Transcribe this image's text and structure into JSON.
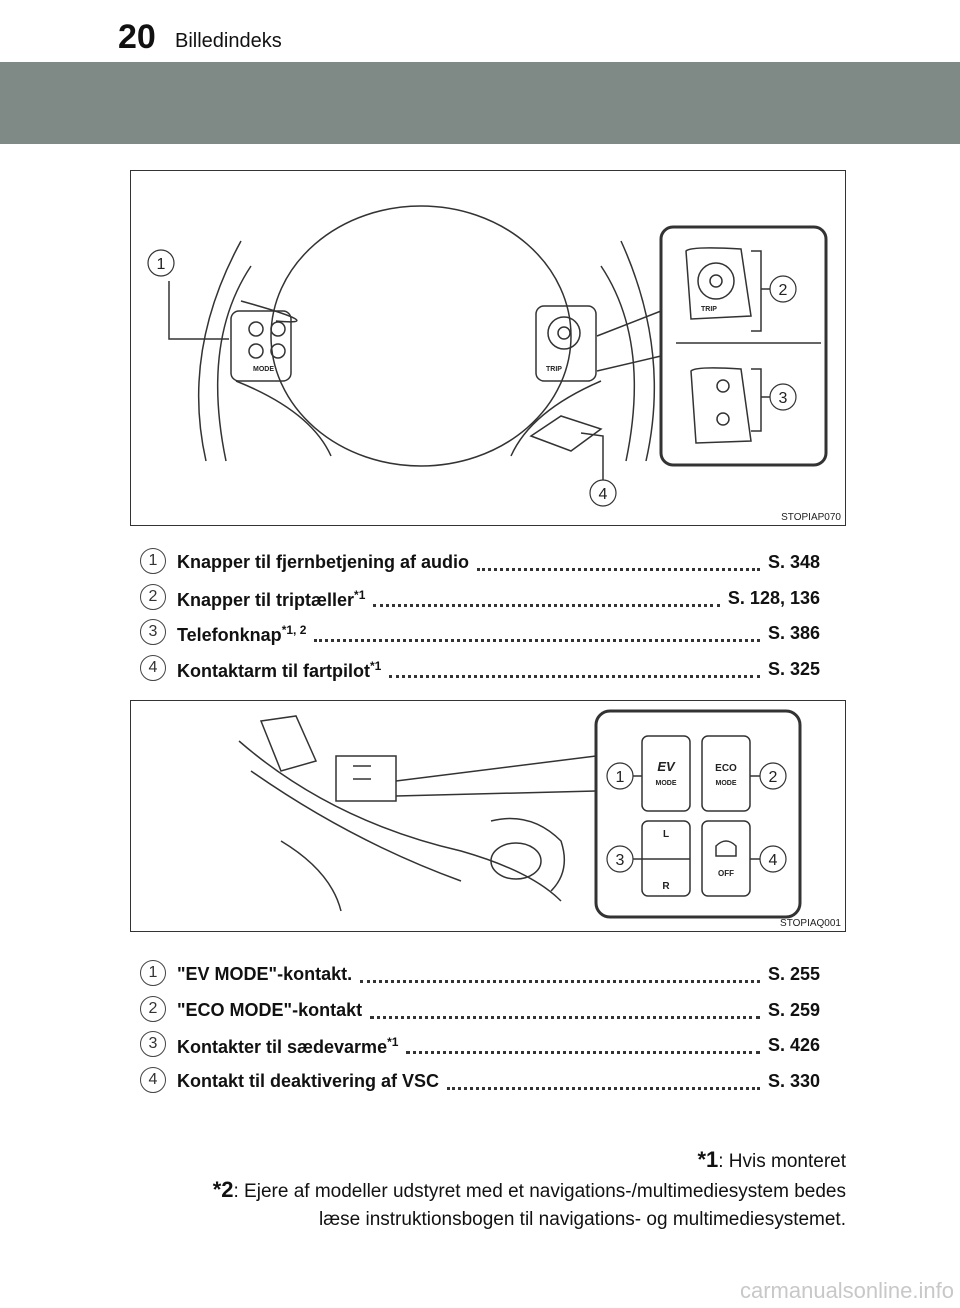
{
  "header": {
    "page_number": "20",
    "title": "Billedindeks"
  },
  "figure1": {
    "code": "STOPIAP070",
    "callouts": [
      "1",
      "2",
      "3",
      "4"
    ],
    "button_labels": {
      "mode": "MODE",
      "trip_left": "TRIP",
      "trip_right": "TRIP"
    }
  },
  "list1": [
    {
      "num": "1",
      "label": "Knapper til fjernbetjening af audio",
      "sup": "",
      "ref": "S. 348"
    },
    {
      "num": "2",
      "label": "Knapper til triptæller",
      "sup": "*1",
      "ref": "S. 128, 136"
    },
    {
      "num": "3",
      "label": "Telefonknap",
      "sup": "*1, 2",
      "ref": "S. 386"
    },
    {
      "num": "4",
      "label": "Kontaktarm til fartpilot",
      "sup": "*1",
      "ref": "S. 325"
    }
  ],
  "figure2": {
    "code": "STOPIAQ001",
    "callouts": [
      "1",
      "2",
      "3",
      "4"
    ],
    "buttons": {
      "ev": "EV",
      "ev_mode": "MODE",
      "eco": "ECO",
      "eco_mode": "MODE",
      "seat_l": "L",
      "seat_r": "R",
      "vsc_off": "OFF"
    }
  },
  "list2": [
    {
      "num": "1",
      "label": "\"EV MODE\"-kontakt.",
      "sup": "",
      "ref": "S. 255"
    },
    {
      "num": "2",
      "label": "\"ECO MODE\"-kontakt",
      "sup": "",
      "ref": "S. 259"
    },
    {
      "num": "3",
      "label": "Kontakter til sædevarme",
      "sup": "*1",
      "ref": "S. 426"
    },
    {
      "num": "4",
      "label": "Kontakt til deaktivering af VSC",
      "sup": "",
      "ref": "S. 330"
    }
  ],
  "footnotes": {
    "fn1_marker": "*1",
    "fn1_text": ": Hvis monteret",
    "fn2_marker": "*2",
    "fn2_text": ": Ejere af modeller udstyret med et navigations-/multimediesystem bedes",
    "fn2_text_line2": "læse instruktionsbogen til navigations- og multimediesystemet."
  },
  "watermark": "carmanualsonline.info"
}
